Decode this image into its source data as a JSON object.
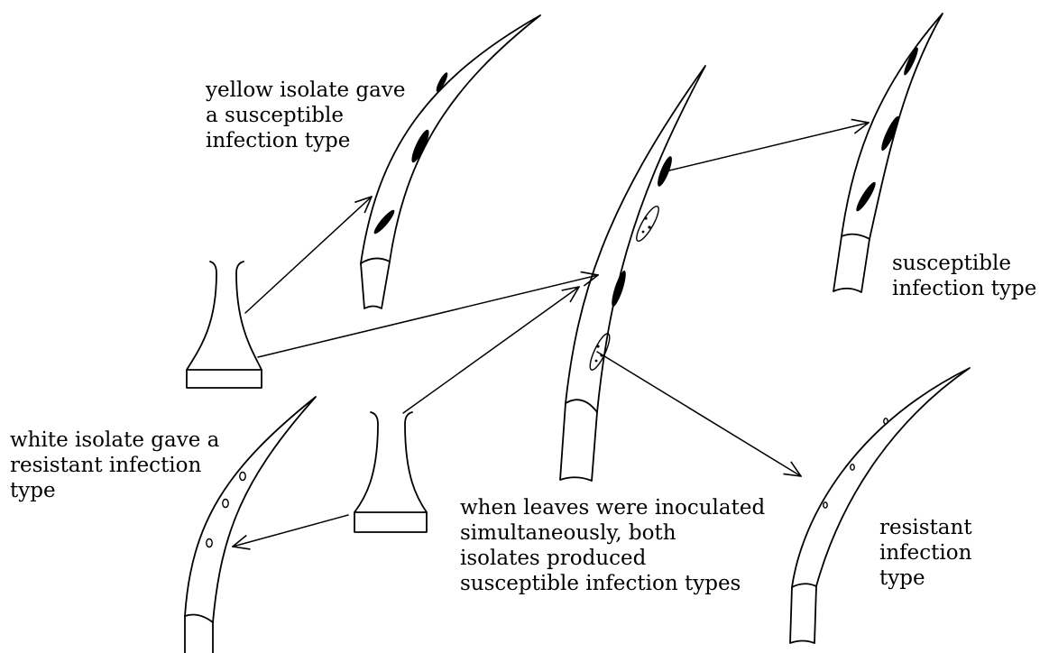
{
  "colors": {
    "ink": "#000000",
    "background": "#ffffff"
  },
  "labels": {
    "yellow_isolate": "yellow isolate gave\na susceptible\ninfection type",
    "white_isolate": "white isolate gave a\nresistant infection\ntype",
    "simultaneous": "when leaves were inoculated\nsimultaneously, both\nisolates produced\nsusceptible infection types",
    "susceptible_result": "susceptible\ninfection type",
    "resistant_result": "resistant\ninfection\ntype"
  }
}
